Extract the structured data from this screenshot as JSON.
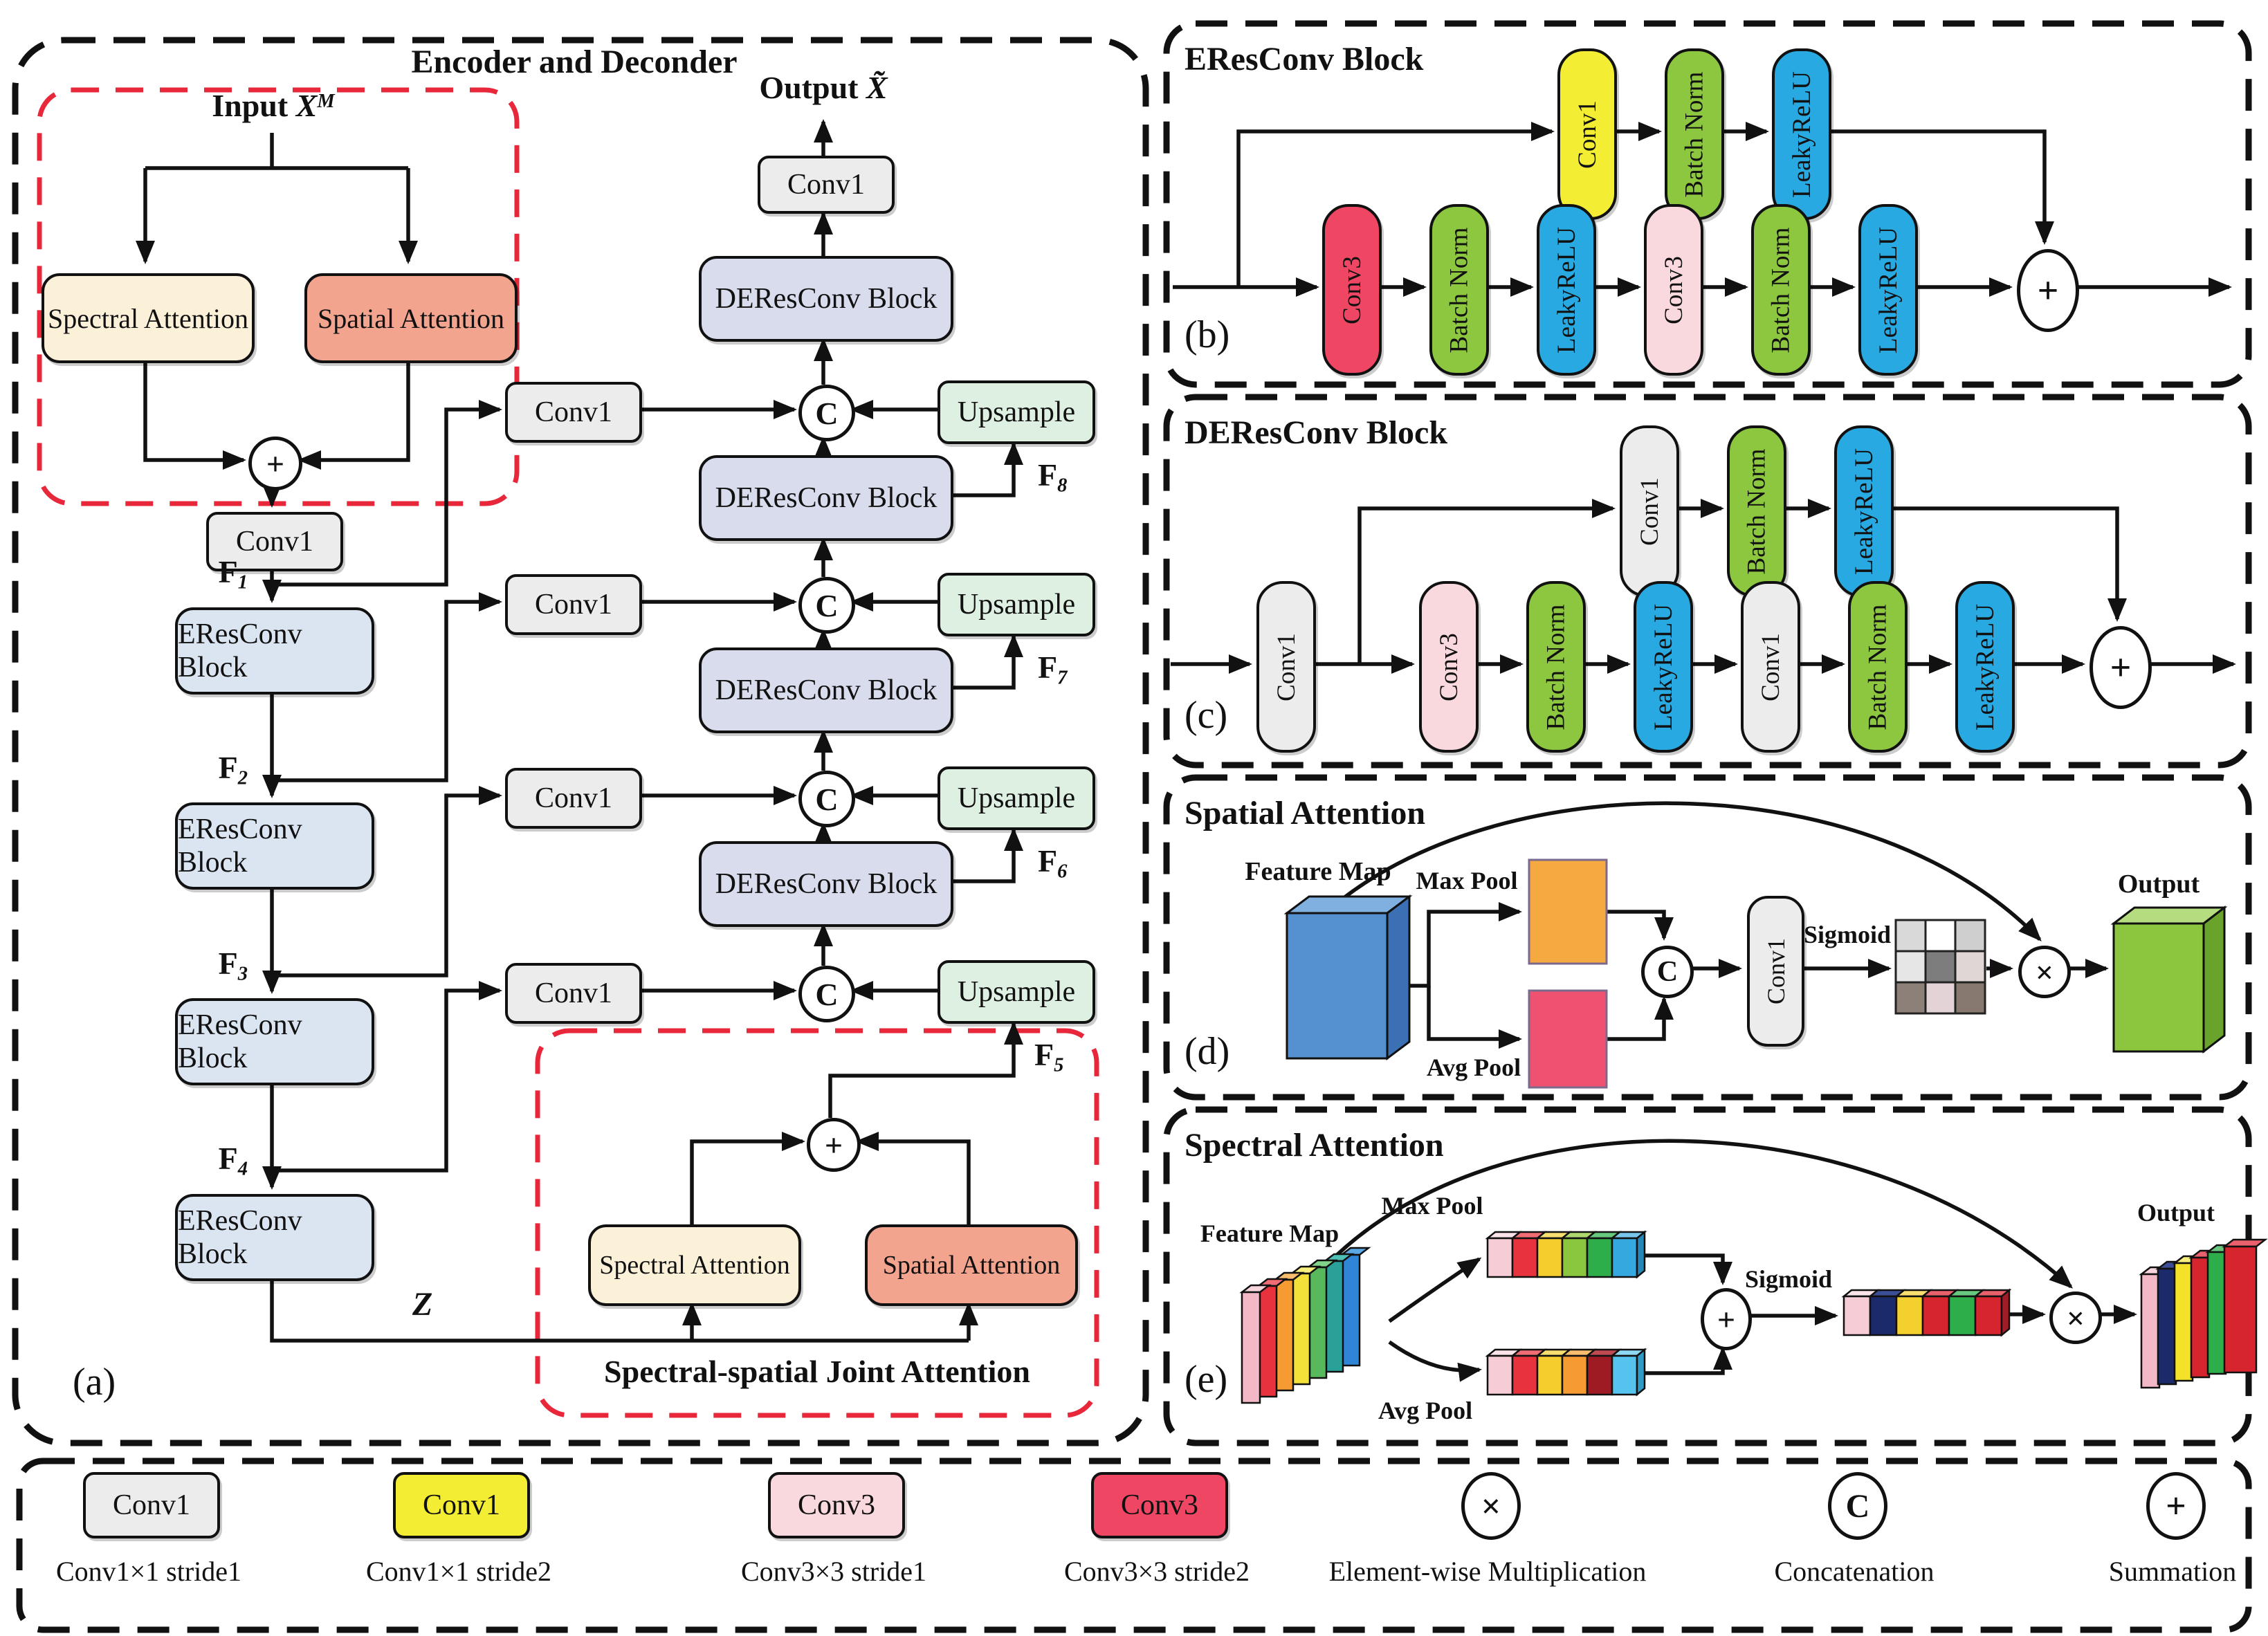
{
  "figure": {
    "panel_a": {
      "tag": "(a)",
      "title": "Encoder and Deconder",
      "input": {
        "prefix": "Input ",
        "var": "X",
        "sup": "M"
      },
      "output": {
        "prefix": "Output ",
        "var": "X̃"
      },
      "spectral": "Spectral Attention",
      "spatial": "Spatial Attention",
      "conv1": "Conv1",
      "eres": "EResConv Block",
      "deres": "DEResConv Block",
      "upsample": "Upsample",
      "concat": "C",
      "sum": "+",
      "z": "Z",
      "joint_title": "Spectral-spatial Joint Attention",
      "f": [
        {
          "base": "F",
          "sub": "1"
        },
        {
          "base": "F",
          "sub": "2"
        },
        {
          "base": "F",
          "sub": "3"
        },
        {
          "base": "F",
          "sub": "4"
        },
        {
          "base": "F",
          "sub": "5"
        },
        {
          "base": "F",
          "sub": "6"
        },
        {
          "base": "F",
          "sub": "7"
        },
        {
          "base": "F",
          "sub": "8"
        }
      ]
    },
    "panel_b": {
      "tag": "(b)",
      "title": "EResConv Block",
      "top": [
        "Conv1",
        "Batch Norm",
        "LeakyReLU"
      ],
      "bottom": [
        "Conv3",
        "Batch Norm",
        "LeakyReLU",
        "Conv3",
        "Batch Norm",
        "LeakyReLU"
      ],
      "sum": "+"
    },
    "panel_c": {
      "tag": "(c)",
      "title": "DEResConv Block",
      "input_block": "Conv1",
      "top": [
        "Conv1",
        "Batch Norm",
        "LeakyReLU"
      ],
      "bottom": [
        "Conv3",
        "Batch Norm",
        "LeakyReLU",
        "Conv1",
        "Batch Norm",
        "LeakyReLU"
      ],
      "sum": "+"
    },
    "panel_d": {
      "tag": "(d)",
      "title": "Spatial Attention",
      "feature_map": "Feature Map",
      "max_pool": "Max Pool",
      "avg_pool": "Avg Pool",
      "conv1": "Conv1",
      "sigmoid": "Sigmoid",
      "concat": "C",
      "mult": "×",
      "output": "Output"
    },
    "panel_e": {
      "tag": "(e)",
      "title": "Spectral Attention",
      "feature_map": "Feature Map",
      "max_pool": "Max Pool",
      "avg_pool": "Avg Pool",
      "sigmoid": "Sigmoid",
      "sum": "+",
      "mult": "×",
      "output": "Output"
    },
    "legend": {
      "items": [
        {
          "kind": "box",
          "label": "Conv1",
          "desc": "Conv1×1 stride1",
          "fill": "#ececec"
        },
        {
          "kind": "box",
          "label": "Conv1",
          "desc": "Conv1×1 stride2",
          "fill": "#f3ee33"
        },
        {
          "kind": "box",
          "label": "Conv3",
          "desc": "Conv3×3 stride1",
          "fill": "#f9d9de"
        },
        {
          "kind": "box",
          "label": "Conv3",
          "desc": "Conv3×3 stride2",
          "fill": "#ee4663"
        },
        {
          "kind": "symbol",
          "symbol": "×",
          "desc": "Element-wise Multiplication"
        },
        {
          "kind": "symbol",
          "symbol": "C",
          "desc": "Concatenation"
        },
        {
          "kind": "symbol",
          "symbol": "+",
          "desc": "Summation"
        }
      ]
    },
    "colors": {
      "conv1_gray": "#ececec",
      "conv1_yellow": "#f3ee33",
      "conv3_pink": "#f9d9de",
      "conv3_red": "#ee4663",
      "batch_norm_green": "#8dc63f",
      "leaky_relu_blue": "#29a9e1",
      "eres_fill": "#dbe5f1",
      "deres_fill": "#d9dcec",
      "upsample_fill": "#def0e2",
      "spectral_fill": "#fbf1d9",
      "spatial_fill": "#f2a48f",
      "red_dash": "#e8273a",
      "feature_cube_blue": "#5590d0",
      "output_cube_green": "#8cc63f",
      "max_pool_orange": "#f7a941",
      "avg_pool_red": "#ef5170"
    }
  }
}
